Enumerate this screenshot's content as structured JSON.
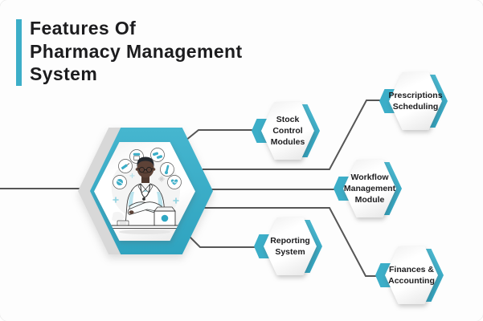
{
  "title": {
    "lines": [
      "Features Of",
      "Pharmacy Management",
      "System"
    ]
  },
  "center": {
    "illustration": "pharmacist surrounded by medical icons, standing at desk with medicine box",
    "icons": [
      "medicine-jar",
      "pills",
      "syringe",
      "thermometer",
      "tablet",
      "heart-pulse",
      "medicine-box"
    ]
  },
  "features": [
    {
      "id": "stock-control-modules",
      "lines": [
        "Stock",
        "Control",
        "Modules"
      ]
    },
    {
      "id": "prescriptions-scheduling",
      "lines": [
        "Prescriptions",
        "Scheduling",
        ""
      ]
    },
    {
      "id": "workflow-management-module",
      "lines": [
        "Workflow",
        "Management",
        "Module"
      ]
    },
    {
      "id": "reporting-system",
      "lines": [
        "Reporting",
        "System",
        ""
      ]
    },
    {
      "id": "finances-accounting",
      "lines": [
        "Finances &",
        "Accounting",
        ""
      ]
    }
  ],
  "colors": {
    "accent_teal": "#3CAEC8",
    "hex_gray": "#D8D8D8",
    "connector_gray": "#565656",
    "text_dark": "#1C1C1E",
    "background": "#FDFDFD"
  }
}
